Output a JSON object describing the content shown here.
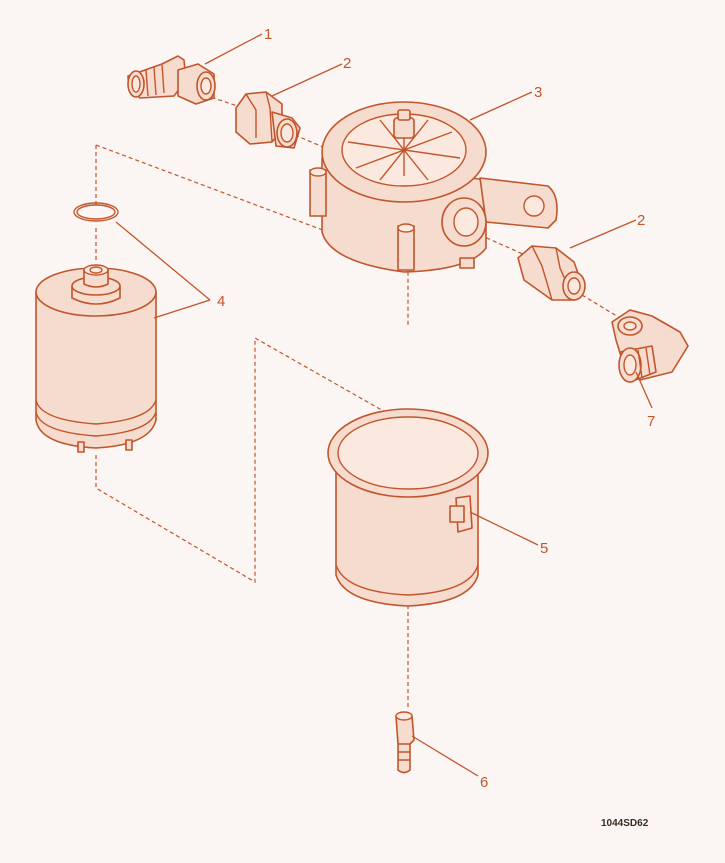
{
  "figure": {
    "code": "1044SD62"
  },
  "callouts": [
    "1",
    "2",
    "3",
    "2",
    "4",
    "7",
    "5",
    "6"
  ],
  "colors": {
    "ink": "#c2552b",
    "fill": "#f6dccf",
    "background": "#fbf6f4"
  }
}
